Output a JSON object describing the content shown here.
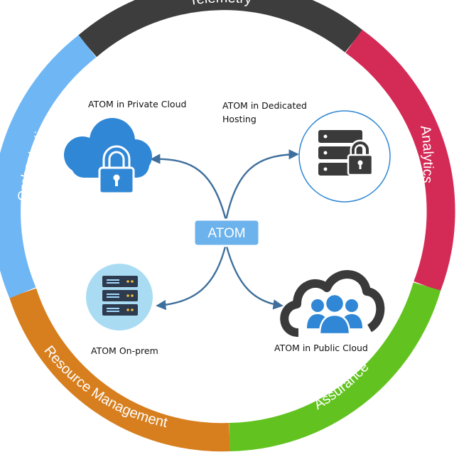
{
  "ring": {
    "segments": [
      {
        "id": "telemetry",
        "label": "Telemetry",
        "color": "#3d3d3d"
      },
      {
        "id": "analytics",
        "label": "Analytics",
        "color": "#d42a56"
      },
      {
        "id": "assurance",
        "label": "Assurance",
        "color": "#62c320"
      },
      {
        "id": "resource-management",
        "label": "Resource Management",
        "color": "#d77f1e"
      },
      {
        "id": "orchestration",
        "label": "Orchestration",
        "color": "#6fb6f5"
      }
    ]
  },
  "hub": {
    "label": "ATOM",
    "color": "#6cb2ec"
  },
  "nodes": {
    "private_cloud": {
      "label": "ATOM in Private Cloud"
    },
    "dedicated_hosting": {
      "line1": "ATOM in Dedicated",
      "line2": "Hosting"
    },
    "on_prem": {
      "label": "ATOM On-prem"
    },
    "public_cloud": {
      "label": "ATOM in Public Cloud"
    }
  },
  "colors": {
    "connector": "#3e6f9c",
    "icon_blue": "#2f87d6",
    "icon_dark": "#3a3a3a",
    "server_bg": "#a9dcf3"
  }
}
